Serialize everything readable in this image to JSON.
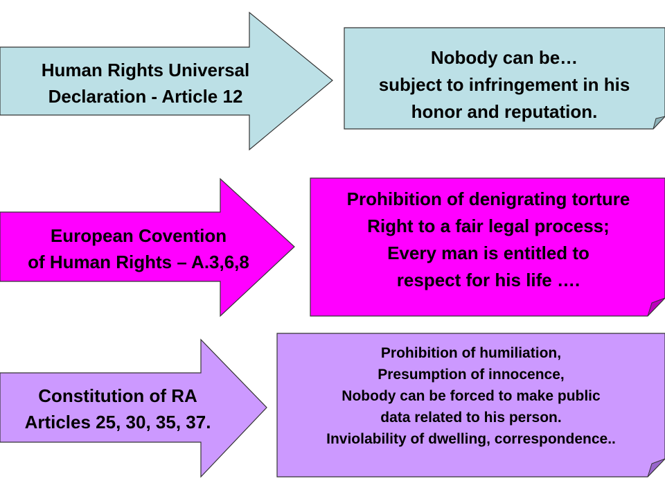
{
  "colors": {
    "row1": "#bce0e6",
    "row2": "#ff00ff",
    "row3": "#cc99ff",
    "outline": "#333333"
  },
  "rows": [
    {
      "source": [
        "Human Rights Universal",
        "Declaration - Article 12"
      ],
      "content": [
        "Nobody  can be…",
        "subject to infringement in his",
        "honor and reputation."
      ]
    },
    {
      "source": [
        "European Covention",
        "of Human Rights – A.3,6,8"
      ],
      "content": [
        "Prohibition of denigrating torture",
        "Right to a fair legal process;",
        "Every man is entitled to",
        "respect for his life …."
      ]
    },
    {
      "source": [
        "Constitution of RA",
        "Articles 25, 30, 35, 37."
      ],
      "content": [
        "Prohibition of humiliation,",
        "Presumption of innocence,",
        "Nobody can be forced to make public",
        "data related to his person.",
        "Inviolability of dwelling, correspondence.."
      ]
    }
  ]
}
